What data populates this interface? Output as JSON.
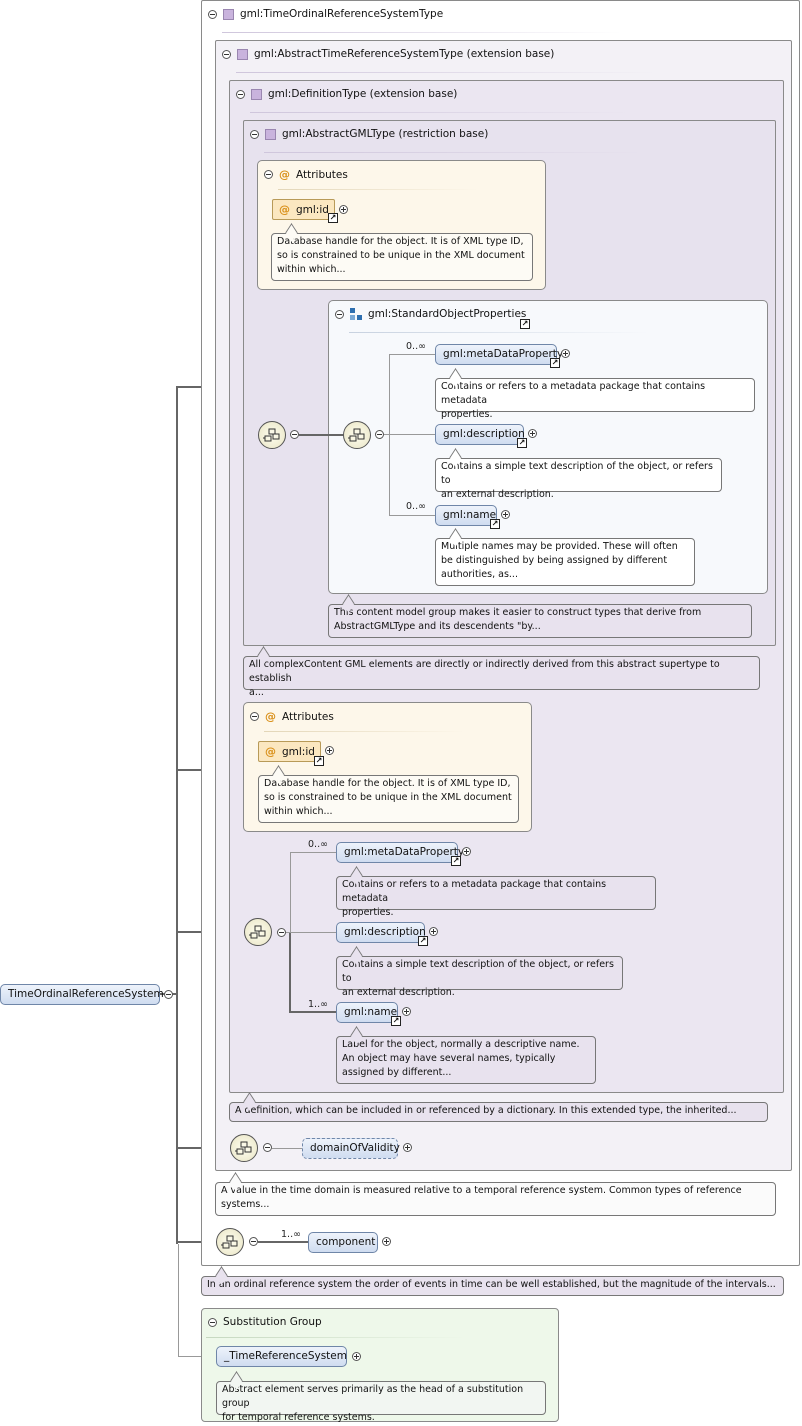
{
  "root": {
    "label": "TimeOrdinalReferenceSystem"
  },
  "frames": {
    "f1": {
      "title": "gml:TimeOrdinalReferenceSystemType"
    },
    "f2": {
      "title": "gml:AbstractTimeReferenceSystemType (extension base)"
    },
    "f3": {
      "title": "gml:DefinitionType (extension base)"
    },
    "f4": {
      "title": "gml:AbstractGMLType (restriction base)"
    }
  },
  "attrs1": {
    "title": "Attributes",
    "attr": "gml:id",
    "note": [
      "Database handle for the object. It is of XML type ID,",
      "so is constrained to be unique in the XML document",
      "within which..."
    ]
  },
  "group": {
    "title": "gml:StandardObjectProperties"
  },
  "g_items": [
    {
      "label": "gml:metaDataProperty",
      "mult": "0..∞",
      "note": [
        "Contains or refers to a metadata package that contains metadata",
        "properties."
      ]
    },
    {
      "label": "gml:description",
      "mult": "",
      "note": [
        "Contains a simple text description of the object, or refers to",
        "an external description."
      ]
    },
    {
      "label": "gml:name",
      "mult": "0..∞",
      "note": [
        "Multiple names may be provided. These will often",
        "be distinguished by being assigned by different",
        "authorities, as..."
      ]
    }
  ],
  "group_note": [
    "This content model group makes it easier to construct types that derive from",
    "AbstractGMLType and its descendents \"by..."
  ],
  "f4_note": [
    "All complexContent GML elements are directly or indirectly derived from this abstract supertype to establish",
    "a..."
  ],
  "attrs2": {
    "title": "Attributes",
    "attr": "gml:id",
    "note": [
      "Database handle for the object. It is of XML type ID,",
      "so is constrained to be unique in the XML document",
      "within which..."
    ]
  },
  "s_items": [
    {
      "label": "gml:metaDataProperty",
      "mult": "0..∞",
      "note": [
        "Contains or refers to a metadata package that contains metadata",
        "properties."
      ]
    },
    {
      "label": "gml:description",
      "mult": "",
      "note": [
        "Contains a simple text description of the object, or refers to",
        "an external description."
      ]
    },
    {
      "label": "gml:name",
      "mult": "1..∞",
      "note": [
        "Label for the object, normally a descriptive name.",
        "An object may have several names, typically",
        "assigned by different..."
      ]
    }
  ],
  "f3_note": "A definition, which can be included in or referenced by a dictionary. In this extended type, the inherited...",
  "domain": {
    "label": "domainOfValidity"
  },
  "f2_note": [
    "A value in the time domain is measured relative to a temporal reference system. Common types of reference",
    "systems..."
  ],
  "component": {
    "label": "component",
    "mult": "1..∞"
  },
  "f1_note": "In an ordinal reference system the order of events in time can be well established, but the magnitude of the intervals...",
  "subst": {
    "title": "Substitution Group",
    "label": "_TimeReferenceSystem",
    "note": [
      "Abstract element serves primarily as the head of a substitution group",
      "for temporal reference systems."
    ]
  },
  "colors": {
    "element_fill": "#d6e2f4",
    "frame_fill": "#ebe6f1",
    "attr_fill": "#fdf7ea",
    "subst_fill": "#eef8ea"
  }
}
